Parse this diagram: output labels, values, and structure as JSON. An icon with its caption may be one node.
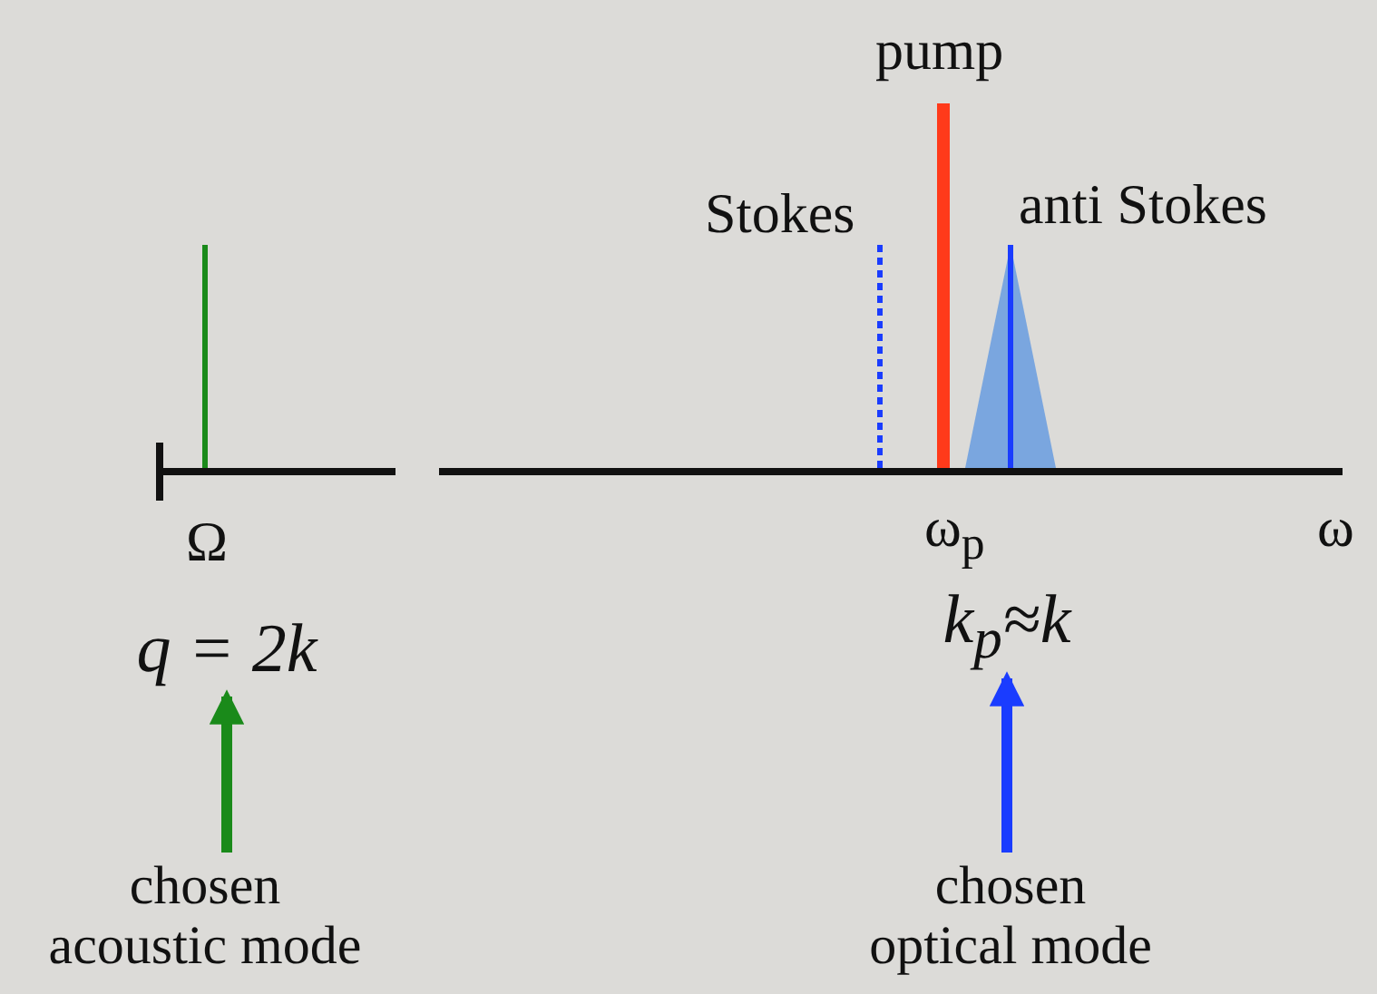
{
  "diagram": {
    "nodes": [
      {
        "text": [
          "q = 2k"
        ]
      },
      {
        "text": [
          "chosen acoustic mode"
        ]
      },
      {
        "text": [
          "k$_{p}$≈k"
        ]
      },
      {
        "text": [
          "chosen optical mode"
        ]
      }
    ],
    "edges": [
      {
        "from": 1,
        "to": 0,
        "arrow": "to",
        "color": "#1a8a1a"
      },
      {
        "from": 3,
        "to": 2,
        "arrow": "to",
        "color": "#1a3cff"
      }
    ],
    "labels": [
      "pump",
      "Stokes",
      "anti Stokes",
      "Ω",
      "ω$_{p}$",
      "ω"
    ]
  }
}
